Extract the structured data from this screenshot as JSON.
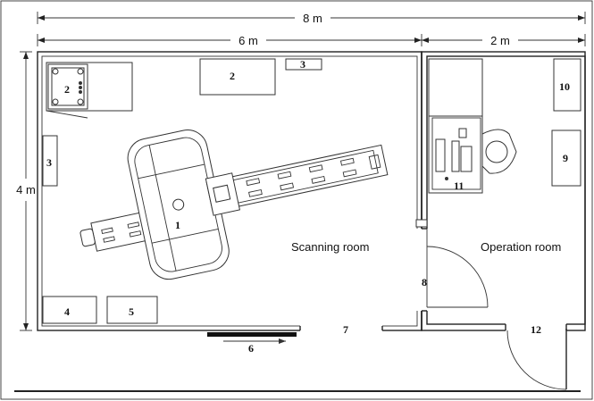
{
  "dimensions": {
    "total_width": "8 m",
    "scan_width": "6 m",
    "op_width": "2 m",
    "height": "4 m"
  },
  "rooms": {
    "scanning": "Scanning room",
    "operation": "Operation room"
  },
  "labels": {
    "n1": "1",
    "n2a": "2",
    "n2b": "2",
    "n3a": "3",
    "n3b": "3",
    "n4": "4",
    "n5": "5",
    "n6": "6",
    "n7": "7",
    "n8": "8",
    "n9": "9",
    "n10": "10",
    "n11": "11",
    "n12": "12"
  }
}
